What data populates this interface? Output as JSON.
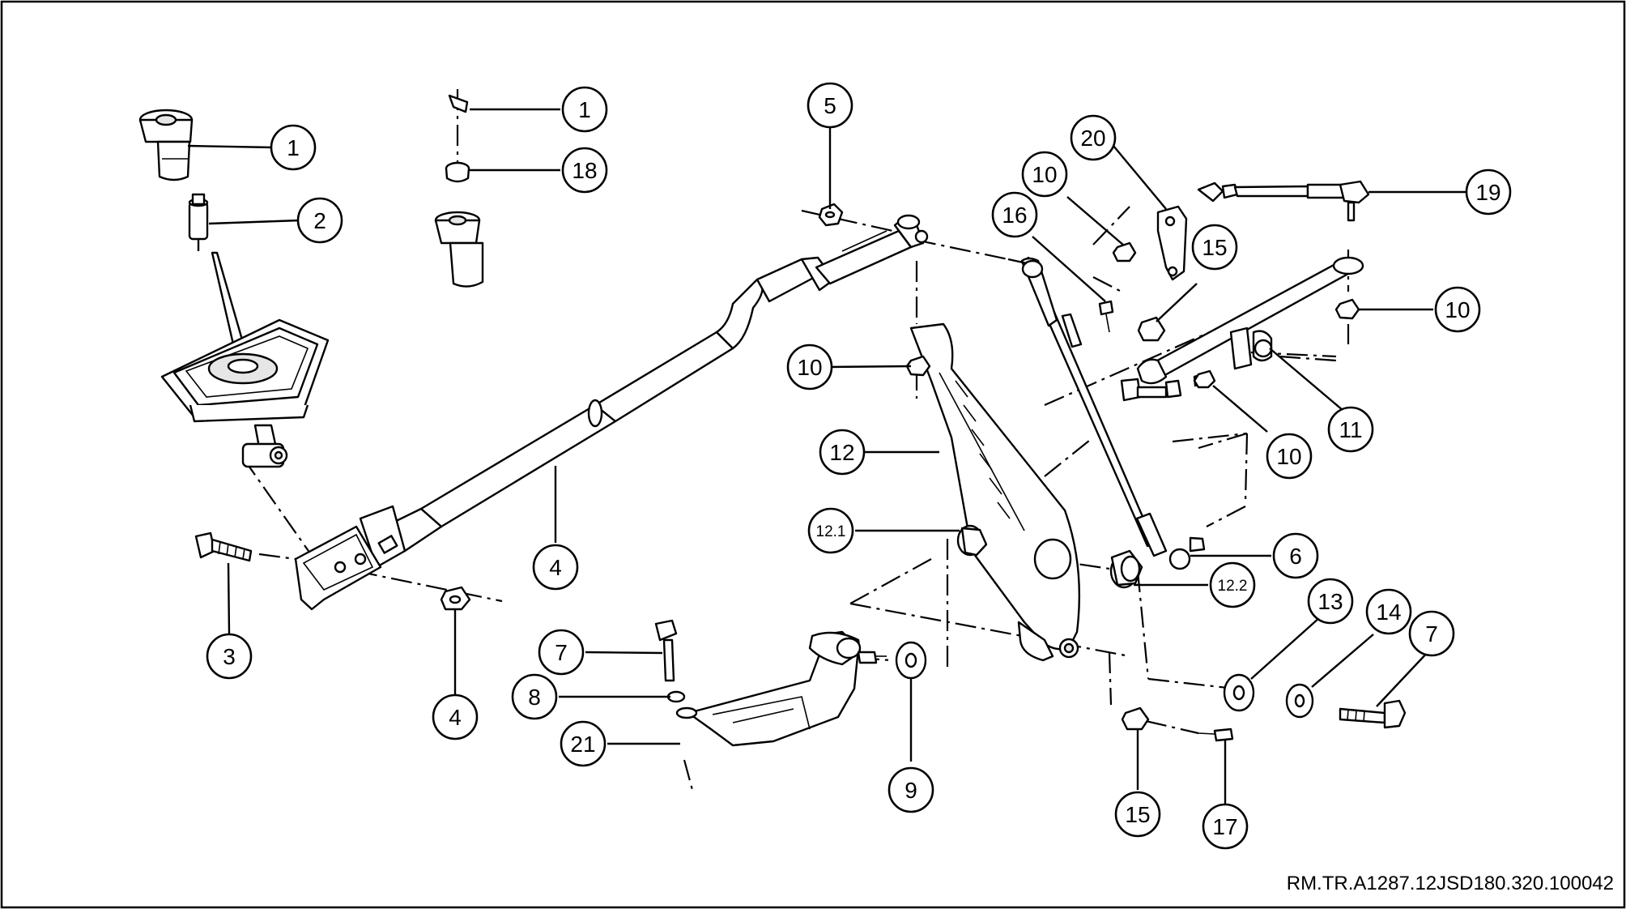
{
  "reference_code": "RM.TR.A1287.12JSD180.320.100042",
  "callouts": [
    {
      "label": "1"
    },
    {
      "label": "2"
    },
    {
      "label": "3"
    },
    {
      "label": "4"
    },
    {
      "label": "4"
    },
    {
      "label": "5"
    },
    {
      "label": "1"
    },
    {
      "label": "18"
    },
    {
      "label": "10"
    },
    {
      "label": "12"
    },
    {
      "label": "12.1"
    },
    {
      "label": "12.2"
    },
    {
      "label": "7"
    },
    {
      "label": "8"
    },
    {
      "label": "21"
    },
    {
      "label": "9"
    },
    {
      "label": "20"
    },
    {
      "label": "10"
    },
    {
      "label": "16"
    },
    {
      "label": "15"
    },
    {
      "label": "19"
    },
    {
      "label": "10"
    },
    {
      "label": "11"
    },
    {
      "label": "10"
    },
    {
      "label": "6"
    },
    {
      "label": "13"
    },
    {
      "label": "14"
    },
    {
      "label": "7"
    },
    {
      "label": "15"
    },
    {
      "label": "17"
    }
  ]
}
